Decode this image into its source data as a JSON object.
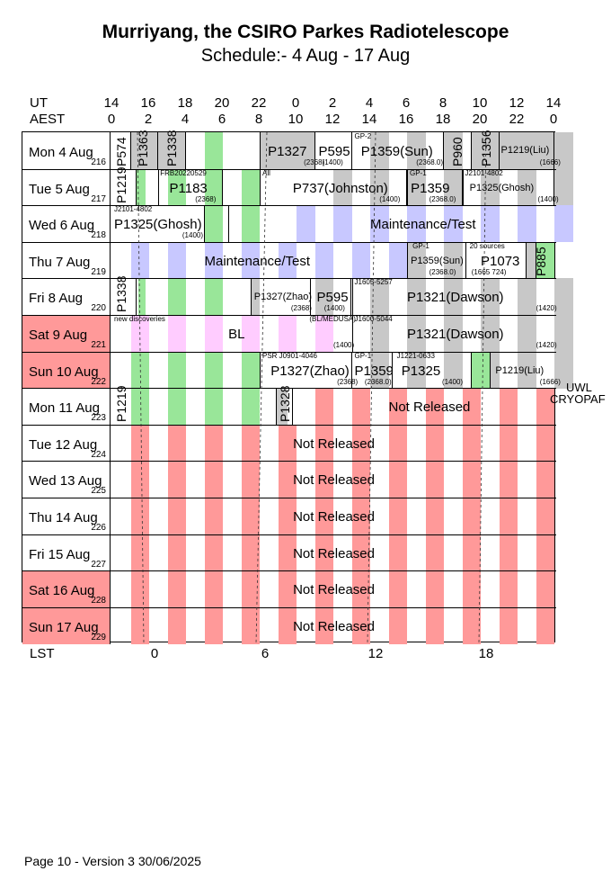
{
  "title": "Murriyang, the CSIRO Parkes Radiotelescope",
  "subtitle": "Schedule:- 4  Aug - 17 Aug",
  "header": {
    "ut_label": "UT",
    "aest_label": "AEST",
    "ut_ticks": [
      "14",
      "16",
      "18",
      "20",
      "22",
      "0",
      "2",
      "4",
      "6",
      "8",
      "10",
      "12",
      "14"
    ],
    "aest_ticks": [
      "0",
      "2",
      "4",
      "6",
      "8",
      "10",
      "12",
      "14",
      "16",
      "18",
      "20",
      "22",
      "0"
    ]
  },
  "lst": {
    "label": "LST",
    "ticks": [
      "0",
      "6",
      "12",
      "18"
    ]
  },
  "side_note": [
    "UWL",
    "CRYOPAF"
  ],
  "footer": "Page 10 - Version 3  30/06/2025",
  "colors": {
    "grey": "#c8c8c8",
    "green": "#99e699",
    "blue": "#c8c8ff",
    "pink": "#ffccff",
    "red": "#ff9999",
    "weekend": "#ff9999"
  },
  "rows": [
    {
      "day": "Mon   4  Aug",
      "num": "216",
      "weekend": false
    },
    {
      "day": "Tue   5  Aug",
      "num": "217",
      "weekend": false
    },
    {
      "day": "Wed   6  Aug",
      "num": "218",
      "weekend": false
    },
    {
      "day": "Thu   7  Aug",
      "num": "219",
      "weekend": false
    },
    {
      "day": "Fri    8  Aug",
      "num": "220",
      "weekend": false
    },
    {
      "day": "Sat    9  Aug",
      "num": "221",
      "weekend": true
    },
    {
      "day": "Sun  10 Aug",
      "num": "222",
      "weekend": true
    },
    {
      "day": "Mon  11 Aug",
      "num": "223",
      "weekend": false
    },
    {
      "day": "Tue   12 Aug",
      "num": "224",
      "weekend": false
    },
    {
      "day": "Wed  13 Aug",
      "num": "225",
      "weekend": false
    },
    {
      "day": "Thu   14 Aug",
      "num": "226",
      "weekend": false
    },
    {
      "day": "Fri    15 Aug",
      "num": "227",
      "weekend": false
    },
    {
      "day": "Sat   16 Aug",
      "num": "228",
      "weekend": true
    },
    {
      "day": "Sun  17 Aug",
      "num": "229",
      "weekend": true
    }
  ],
  "labels": {
    "r0": {
      "p574": "P574",
      "p1363": "P1363",
      "p1338": "P1338",
      "p1327": "P1327",
      "p1327f": "(2368)",
      "p595": "P595",
      "p595f": "(1400)",
      "gp2": "GP-2",
      "p1359": "P1359(Sun)",
      "p1359f": "(2368.0)",
      "p960": "P960",
      "p1356": "P1356",
      "p1219": "P1219(Liu)",
      "p1219f": "(1666)"
    },
    "r1": {
      "p1219": "P1219",
      "frb": "FRB20220529",
      "p1183": "P1183",
      "p1183f": "(2368)",
      "all": "All",
      "p737": "P737(Johnston)",
      "p737f": "(1400)",
      "gp1": "GP-1",
      "p1359": "P1359",
      "p1359f": "(2368.0)",
      "j2101": "J2101-4802",
      "p1325": "P1325(Ghosh)",
      "p1325f": "(1400)"
    },
    "r2": {
      "j2101": "J2101-4802",
      "p1325": "P1325(Ghosh)",
      "p1325f": "(1400)",
      "maint": "Maintenance/Test"
    },
    "r3": {
      "maint": "Maintenance/Test",
      "gp1": "GP-1",
      "p1359": "P1359(Sun)",
      "p1359f": "(2368.0)",
      "src20": "20 sources",
      "p1073": "P1073",
      "p1073f": "(1665 724)",
      "p885": "P885"
    },
    "r4": {
      "p1338": "P1338",
      "p1327": "P1327(Zhao)",
      "p1327f": "(2368)",
      "p595": "P595",
      "p595f": "(1400)",
      "j1605": "J1605-5257",
      "p1321": "P1321(Dawson)",
      "p1321f": "(1420)"
    },
    "r5": {
      "newdisc": "new discoveries",
      "bl": "BL",
      "blmed": "(BL/MEDUSA)",
      "blf": "(1400)",
      "j1600": "J1600-5044",
      "p1321": "P1321(Dawson)",
      "p1321f": "(1420)"
    },
    "r6": {
      "psr": "PSR J0901-4046",
      "p1327": "P1327(Zhao)",
      "p1327f": "(2368)",
      "gp1": "GP-1",
      "p1359": "P1359",
      "p1359f": "(2368.0)",
      "j1221": "J1221-0633",
      "p1325": "P1325",
      "p1325f": "(1400)",
      "p1219": "P1219(Liu)",
      "p1219f": "(1666)"
    },
    "r7": {
      "p1219": "P1219",
      "p1328": "P1328",
      "nr": "Not Released"
    },
    "nr": "Not Released"
  }
}
